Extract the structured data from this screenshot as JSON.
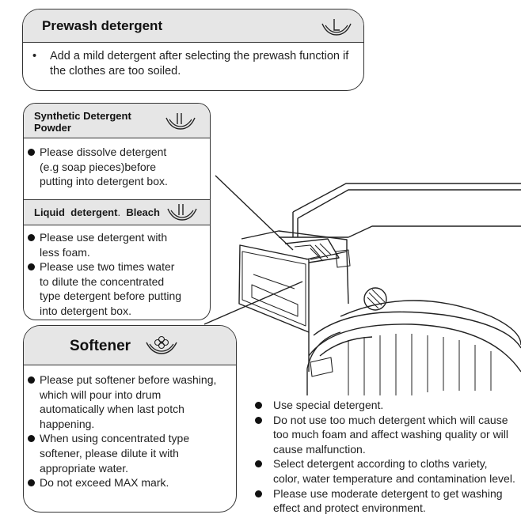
{
  "prewash": {
    "title": "Prewash detergent",
    "icon": "detergent-compartment-icon",
    "bullet_char": "•",
    "text": "Add a mild detergent after selecting the prewash function if the clothes are too soiled."
  },
  "synthetic": {
    "title_line1": "Synthetic Detergent",
    "title_line2": "Powder",
    "icon": "detergent-compartment-icon",
    "items": [
      "Please dissolve detergent (e.g soap pieces)before putting into detergent box."
    ]
  },
  "liquid": {
    "title_a": "Liquid  detergent",
    "title_dot": ".",
    "title_b": "Bleach",
    "icon": "detergent-compartment-icon",
    "items": [
      "Please use detergent with less foam.",
      "Please use two times water to dilute the concentrated type detergent before putting into detergent box."
    ]
  },
  "softener": {
    "title": "Softener",
    "icon": "flower-softener-icon",
    "items": [
      "Please put softener before washing, which will pour into drum automatically when last potch happening.",
      "When using concentrated type softener,   please dilute it with appropriate water.",
      "Do not exceed MAX mark."
    ]
  },
  "general": {
    "items": [
      "Use special detergent.",
      "Do not use too much detergent which will cause too much foam and affect washing quality or will cause malfunction.",
      "Select detergent according to cloths variety, color, water temperature and contamination level.",
      "Please use moderate detergent to get washing effect and protect environment."
    ]
  },
  "illustration": {
    "icon": "washing-machine-drawer-illustration"
  }
}
